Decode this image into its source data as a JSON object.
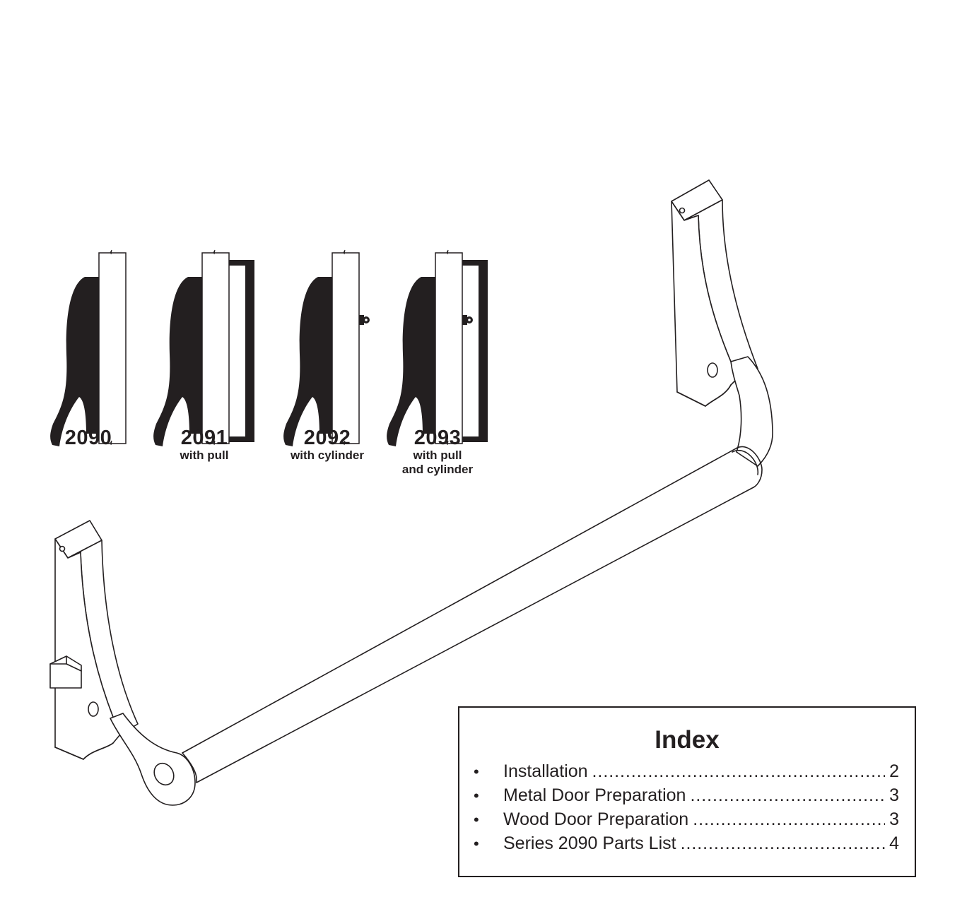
{
  "models": [
    {
      "number": "2090",
      "sub": []
    },
    {
      "number": "2091",
      "sub": [
        "with pull"
      ]
    },
    {
      "number": "2092",
      "sub": [
        "with cylinder"
      ]
    },
    {
      "number": "2093",
      "sub": [
        "with pull",
        "and cylinder"
      ]
    }
  ],
  "index": {
    "title": "Index",
    "bullet": "•",
    "items": [
      {
        "label": "Installation",
        "page": "2"
      },
      {
        "label": "Metal Door Preparation",
        "page": "3"
      },
      {
        "label": "Wood Door Preparation",
        "page": "3"
      },
      {
        "label": "Series 2090 Parts List",
        "page": "4"
      }
    ]
  },
  "colors": {
    "ink": "#231f20",
    "paper": "#ffffff"
  }
}
